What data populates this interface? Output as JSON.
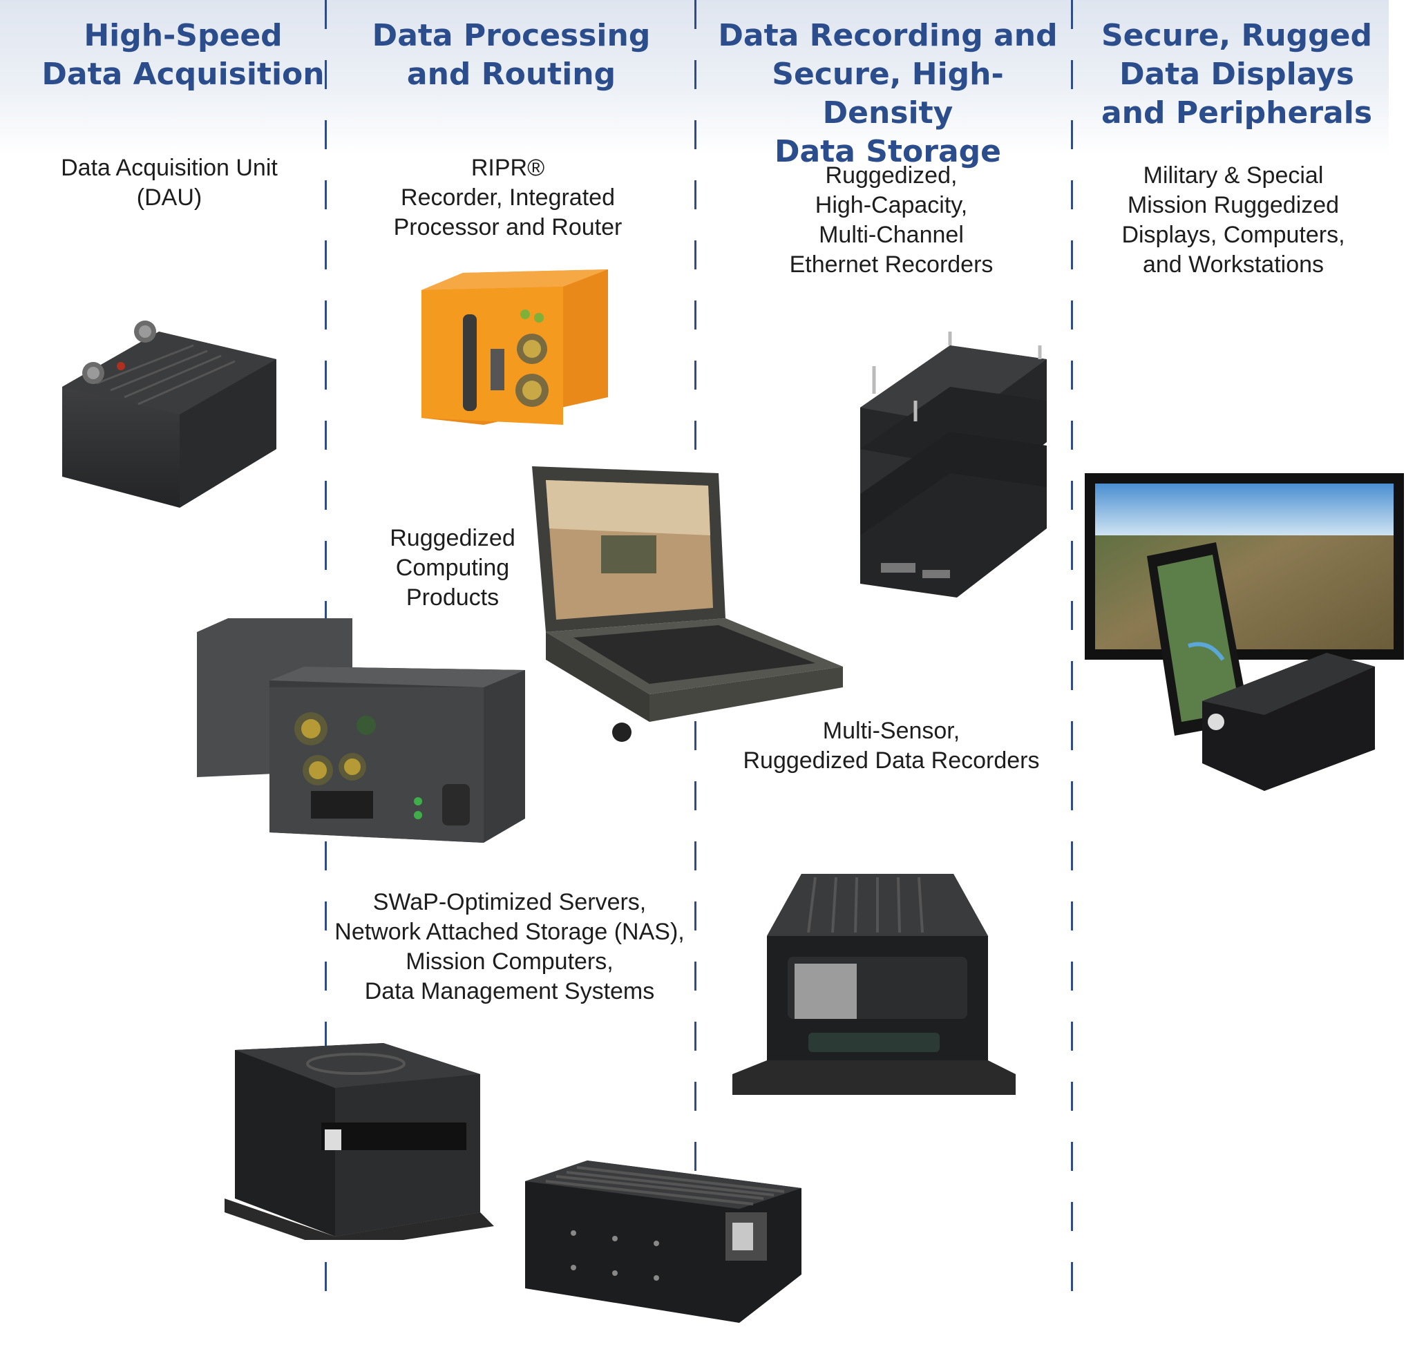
{
  "columns": [
    {
      "title": "High-Speed\nData Acquisition"
    },
    {
      "title": "Data Processing\nand Routing"
    },
    {
      "title": "Data Recording and\nSecure, High-Density\nData Storage"
    },
    {
      "title": "Secure, Rugged\nData Displays\nand Peripherals"
    }
  ],
  "labels": {
    "dau": "Data Acquisition Unit\n(DAU)",
    "ripr": "RIPR®\nRecorder, Integrated\nProcessor and Router",
    "computing": "Ruggedized\nComputing\nProducts",
    "swap": "SWaP-Optimized Servers,\nNetwork Attached Storage (NAS),\nMission Computers,\nData Management Systems",
    "ethernet": "Ruggedized,\nHigh-Capacity,\nMulti-Channel\nEthernet Recorders",
    "multisensor": "Multi-Sensor,\nRuggedized Data Recorders",
    "displays": "Military & Special\nMission Ruggedized\nDisplays, Computers,\nand Workstations"
  },
  "colors": {
    "title_blue": "#2b4d8c",
    "divider_blue": "#2f4c86",
    "orange": "#f39a1f",
    "dark_metal": "#2e2f31"
  }
}
